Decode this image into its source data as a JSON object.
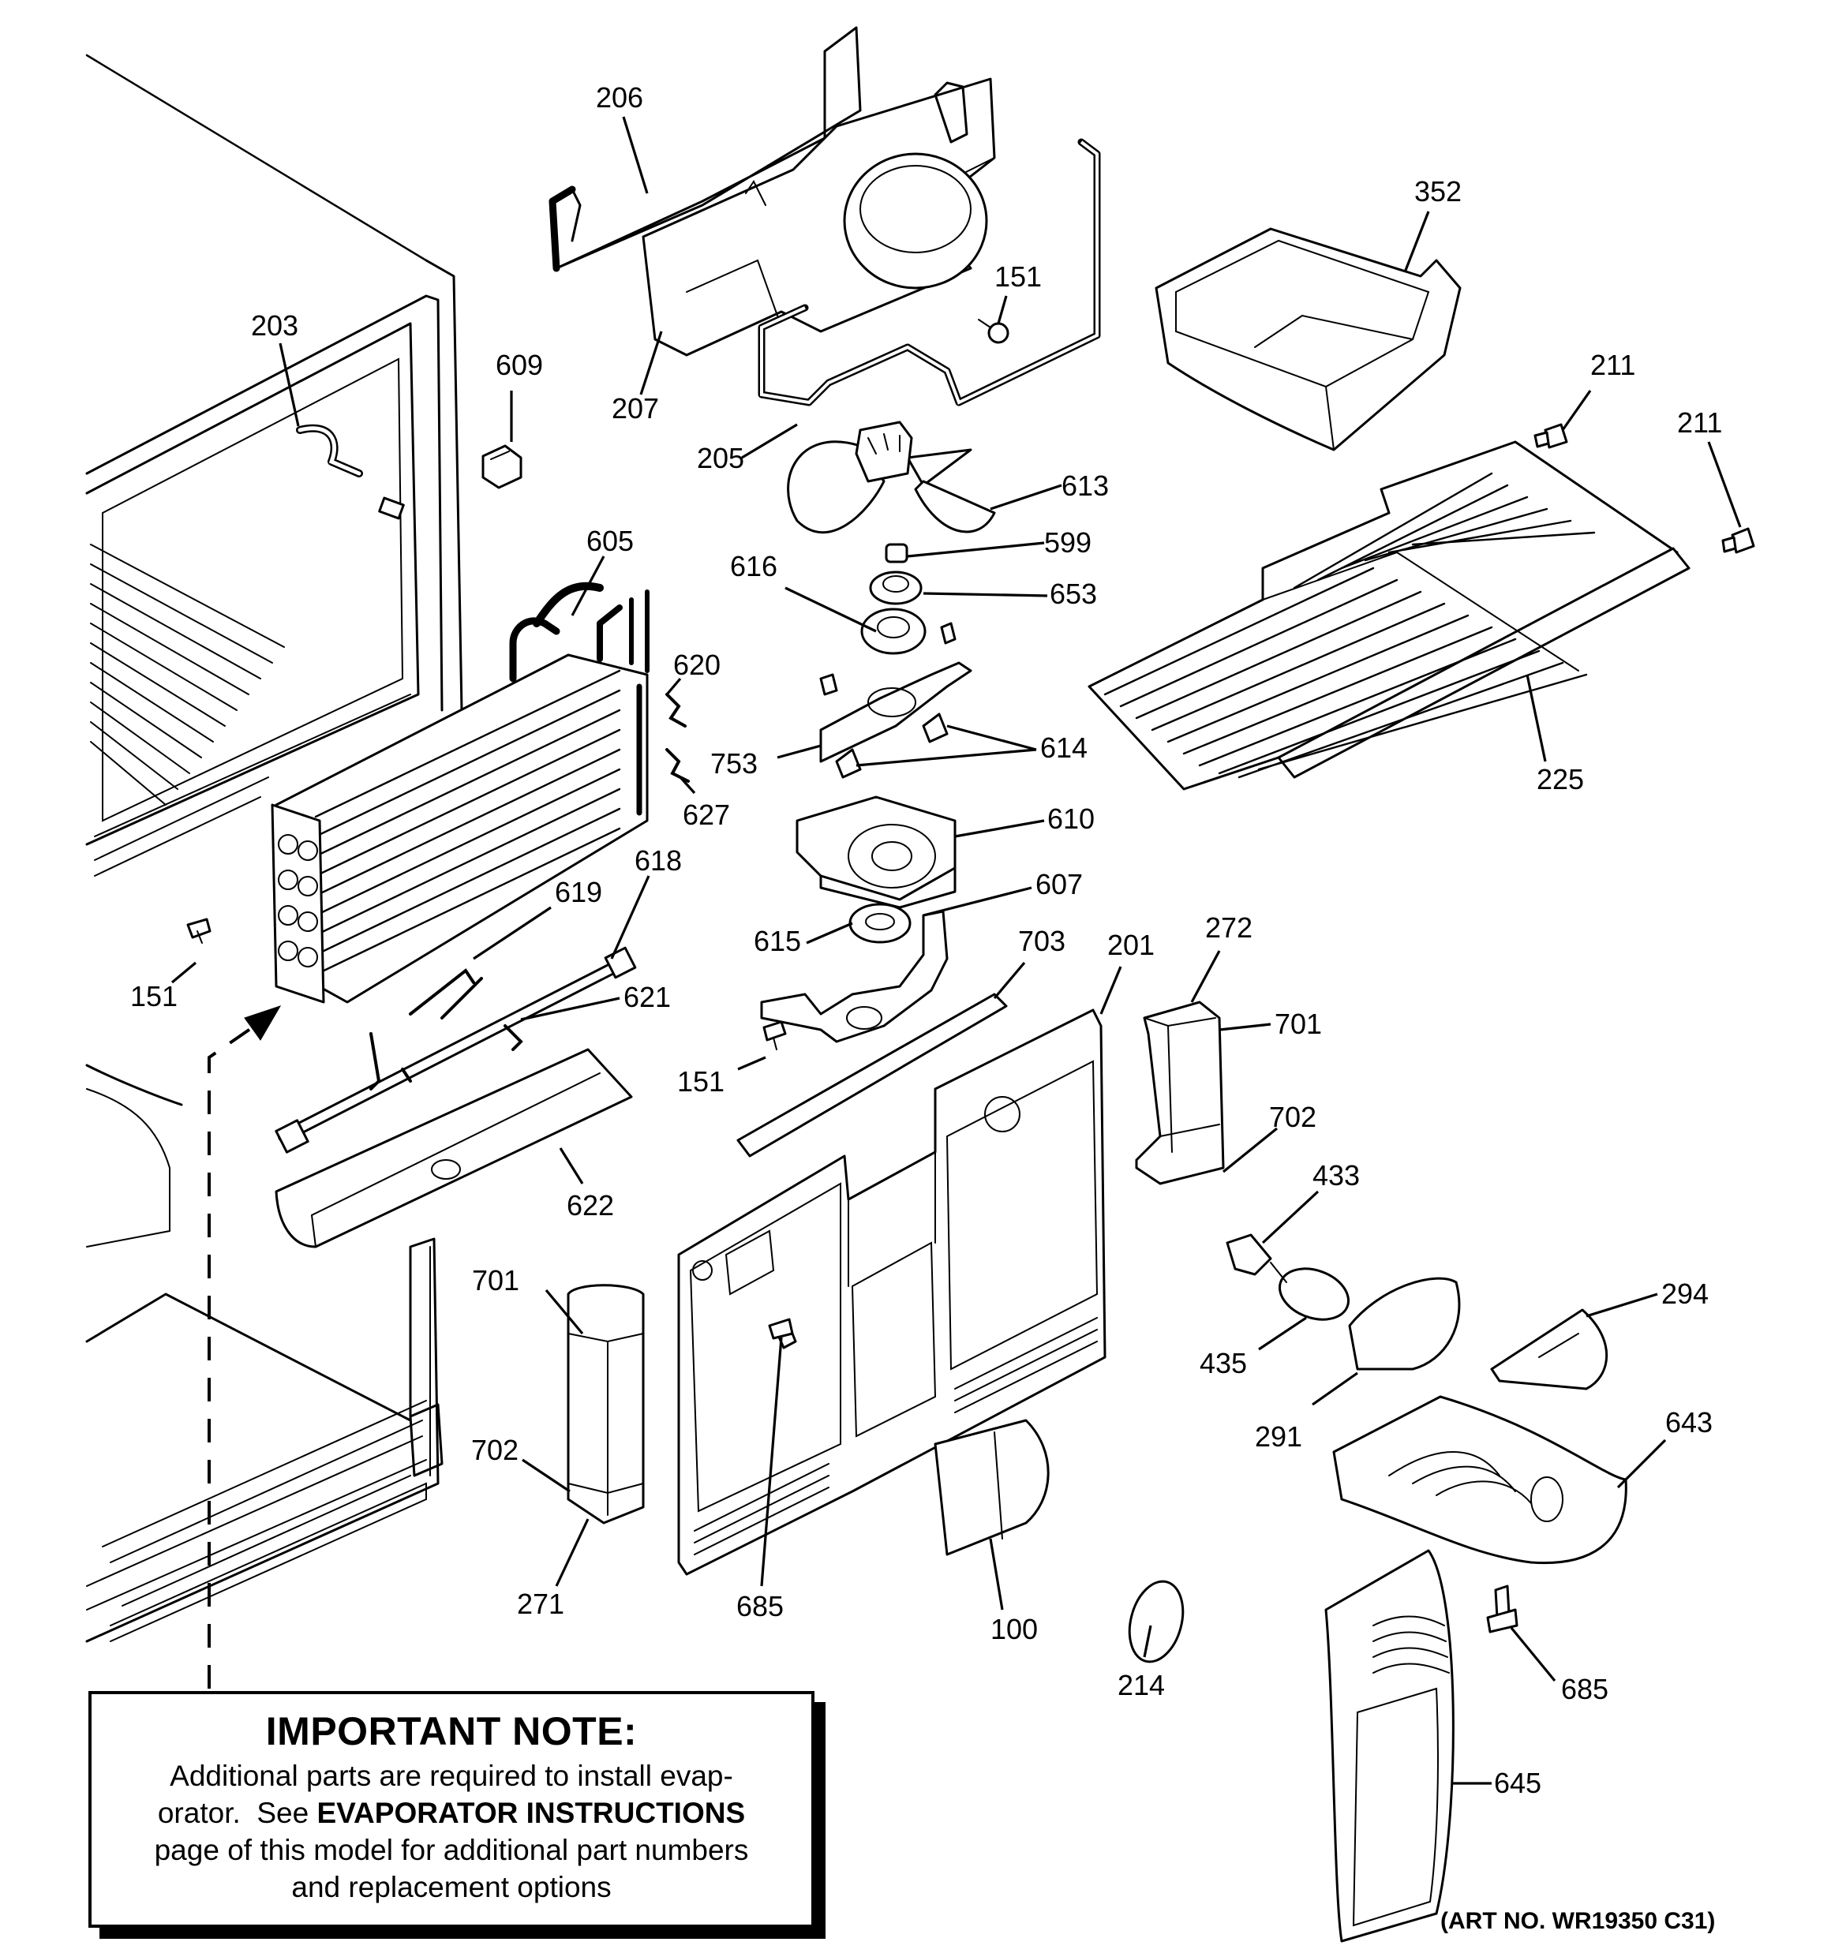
{
  "callouts": [
    {
      "id": "c206",
      "text": "206"
    },
    {
      "id": "c207",
      "text": "207"
    },
    {
      "id": "c205",
      "text": "205"
    },
    {
      "id": "c151a",
      "text": "151"
    },
    {
      "id": "c352",
      "text": "352"
    },
    {
      "id": "c211a",
      "text": "211"
    },
    {
      "id": "c211b",
      "text": "211"
    },
    {
      "id": "c203",
      "text": "203"
    },
    {
      "id": "c609",
      "text": "609"
    },
    {
      "id": "c613",
      "text": "613"
    },
    {
      "id": "c599",
      "text": "599"
    },
    {
      "id": "c653",
      "text": "653"
    },
    {
      "id": "c616",
      "text": "616"
    },
    {
      "id": "c605",
      "text": "605"
    },
    {
      "id": "c620",
      "text": "620"
    },
    {
      "id": "c627",
      "text": "627"
    },
    {
      "id": "c753",
      "text": "753"
    },
    {
      "id": "c614",
      "text": "614"
    },
    {
      "id": "c225",
      "text": "225"
    },
    {
      "id": "c610",
      "text": "610"
    },
    {
      "id": "c618",
      "text": "618"
    },
    {
      "id": "c619",
      "text": "619"
    },
    {
      "id": "c607",
      "text": "607"
    },
    {
      "id": "c615",
      "text": "615"
    },
    {
      "id": "c703",
      "text": "703"
    },
    {
      "id": "c201",
      "text": "201"
    },
    {
      "id": "c272",
      "text": "272"
    },
    {
      "id": "c701a",
      "text": "701"
    },
    {
      "id": "c151b",
      "text": "151"
    },
    {
      "id": "c621",
      "text": "621"
    },
    {
      "id": "c151c",
      "text": "151"
    },
    {
      "id": "c622",
      "text": "622"
    },
    {
      "id": "c702a",
      "text": "702"
    },
    {
      "id": "c433",
      "text": "433"
    },
    {
      "id": "c701b",
      "text": "701"
    },
    {
      "id": "c294",
      "text": "294"
    },
    {
      "id": "c435",
      "text": "435"
    },
    {
      "id": "c291",
      "text": "291"
    },
    {
      "id": "c643",
      "text": "643"
    },
    {
      "id": "c702b",
      "text": "702"
    },
    {
      "id": "c271",
      "text": "271"
    },
    {
      "id": "c685a",
      "text": "685"
    },
    {
      "id": "c100",
      "text": "100"
    },
    {
      "id": "c214",
      "text": "214"
    },
    {
      "id": "c685b",
      "text": "685"
    },
    {
      "id": "c645",
      "text": "645"
    }
  ],
  "note": {
    "title": "IMPORTANT NOTE:",
    "line1": "Additional parts are required to install evap-",
    "line2_pre": "orator.  See ",
    "line2_bold": "EVAPORATOR INSTRUCTIONS",
    "line3": "page of this model for additional part numbers",
    "line4": "and replacement options"
  },
  "art_number": "(ART NO. WR19350 C31)"
}
